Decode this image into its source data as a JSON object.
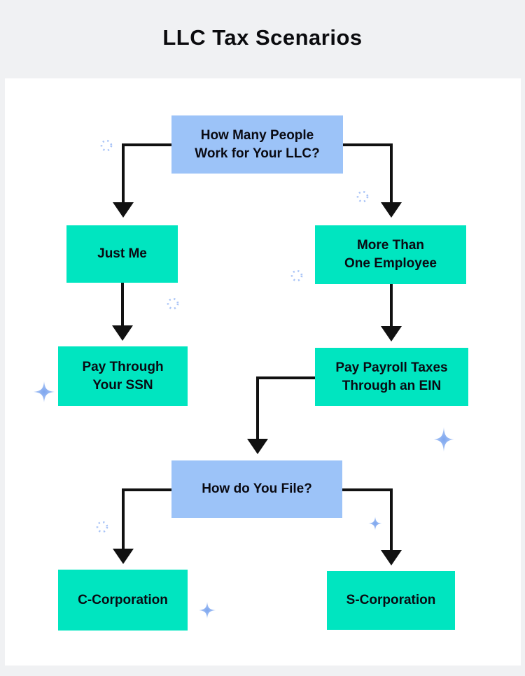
{
  "title": "LLC Tax Scenarios",
  "colors": {
    "background": "#f0f1f3",
    "panel": "#ffffff",
    "answer_box": "#00e5c0",
    "question_box": "#9cc3f8",
    "arrow": "#111111",
    "text": "#0a0a12",
    "decoration_blue": "#a9c4f7",
    "sparkle_blue": "#86abef"
  },
  "nodes": [
    {
      "id": "how-many-people",
      "label": "How Many People\nWork for Your LLC?",
      "type": "question"
    },
    {
      "id": "just-me",
      "label": "Just Me",
      "type": "answer"
    },
    {
      "id": "more-than-one-employee",
      "label": "More Than\nOne Employee",
      "type": "answer"
    },
    {
      "id": "pay-through-ssn",
      "label": "Pay Through\nYour SSN",
      "type": "answer"
    },
    {
      "id": "pay-payroll-ein",
      "label": "Pay Payroll Taxes\nThrough an EIN",
      "type": "answer"
    },
    {
      "id": "how-do-you-file",
      "label": "How do You File?",
      "type": "question"
    },
    {
      "id": "c-corporation",
      "label": "C-Corporation",
      "type": "answer"
    },
    {
      "id": "s-corporation",
      "label": "S-Corporation",
      "type": "answer"
    }
  ],
  "edges": [
    {
      "from": "how-many-people",
      "to": "just-me"
    },
    {
      "from": "how-many-people",
      "to": "more-than-one-employee"
    },
    {
      "from": "just-me",
      "to": "pay-through-ssn"
    },
    {
      "from": "more-than-one-employee",
      "to": "pay-payroll-ein"
    },
    {
      "from": "pay-payroll-ein",
      "to": "how-do-you-file"
    },
    {
      "from": "how-do-you-file",
      "to": "c-corporation"
    },
    {
      "from": "how-do-you-file",
      "to": "s-corporation"
    }
  ]
}
